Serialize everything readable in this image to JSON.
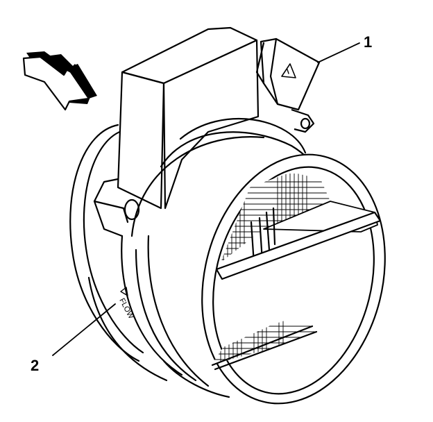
{
  "callouts": [
    {
      "id": "1",
      "label": "1"
    },
    {
      "id": "2",
      "label": "2"
    }
  ],
  "housing_mark": "FLOW",
  "icons": [
    "airflow-direction-arrow-icon",
    "flow-direction-mark-icon",
    "warning-triangle-icon"
  ]
}
